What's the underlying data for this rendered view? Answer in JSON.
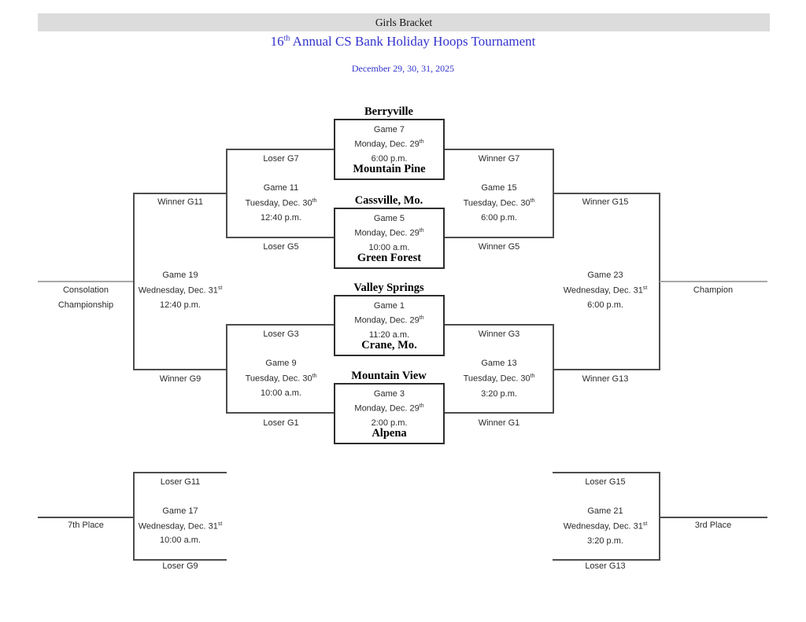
{
  "header": {
    "bracket_label": "Girls Bracket"
  },
  "title": {
    "number": "16",
    "ordinal": "th",
    "rest": " Annual CS Bank Holiday Hoops Tournament"
  },
  "subtitle": {
    "dates": "December 29, 30, 31, 2025"
  },
  "colors": {
    "title_blue": "#3333cc",
    "header_bar_gray": "#dcdcdc",
    "bracket_line_dark": "#4d4d4d",
    "terminal_line_gray": "#a8a8a8"
  },
  "round1": {
    "game7": {
      "top_team": "Berryville",
      "label": "Game 7",
      "day": "Monday, Dec. 29",
      "day_sup": "th",
      "time": "6:00 p.m.",
      "bottom_team": "Mountain Pine"
    },
    "game5": {
      "top_team": "Cassville, Mo.",
      "label": "Game 5",
      "day": "Monday, Dec. 29",
      "day_sup": "th",
      "time": "10:00 a.m.",
      "bottom_team": "Green Forest"
    },
    "game1": {
      "top_team": "Valley Springs",
      "label": "Game 1",
      "day": "Monday, Dec. 29",
      "day_sup": "th",
      "time": "11:20 a.m.",
      "bottom_team": "Crane, Mo."
    },
    "game3": {
      "top_team": "Mountain View",
      "label": "Game 3",
      "day": "Monday, Dec. 29",
      "day_sup": "th",
      "time": "2:00 p.m.",
      "bottom_team": "Alpena"
    }
  },
  "round2": {
    "game11": {
      "top": "Loser G7",
      "label": "Game 11",
      "day": "Tuesday, Dec. 30",
      "day_sup": "th",
      "time": "12:40 p.m.",
      "bottom": "Loser G5",
      "advance": "Winner G11"
    },
    "game15": {
      "top": "Winner G7",
      "label": "Game 15",
      "day": "Tuesday, Dec. 30",
      "day_sup": "th",
      "time": "6:00 p.m.",
      "bottom": "Winner G5",
      "advance": "Winner G15"
    },
    "game9": {
      "top": "Loser G3",
      "label": "Game 9",
      "day": "Tuesday, Dec. 30",
      "day_sup": "th",
      "time": "10:00 a.m.",
      "bottom": "Loser G1",
      "advance": "Winner G9"
    },
    "game13": {
      "top": "Winner G3",
      "label": "Game 13",
      "day": "Tuesday, Dec. 30",
      "day_sup": "th",
      "time": "3:20 p.m.",
      "bottom": "Winner G1",
      "advance": "Winner G13"
    }
  },
  "round3": {
    "game19": {
      "label": "Game 19",
      "day": "Wednesday, Dec. 31",
      "day_sup": "st",
      "time": "12:40 p.m."
    },
    "game23": {
      "label": "Game 23",
      "day": "Wednesday, Dec. 31",
      "day_sup": "st",
      "time": "6:00 p.m."
    },
    "game17": {
      "top": "Loser G11",
      "label": "Game 17",
      "day": "Wednesday, Dec. 31",
      "day_sup": "st",
      "time": "10:00 a.m.",
      "bottom": "Loser G9"
    },
    "game21": {
      "top": "Loser G15",
      "label": "Game 21",
      "day": "Wednesday, Dec. 31",
      "day_sup": "st",
      "time": "3:20 p.m.",
      "bottom": "Loser G13"
    }
  },
  "placements": {
    "consolation_line1": "Consolation",
    "consolation_line2": "Championship",
    "champion": "Champion",
    "seventh": "7th Place",
    "third": "3rd Place"
  }
}
